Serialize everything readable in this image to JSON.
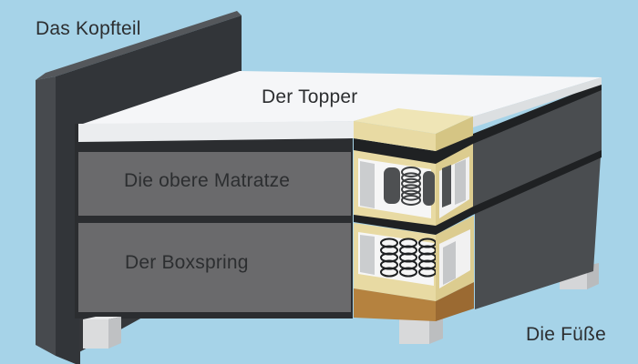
{
  "diagram": {
    "title": "Boxspring bed construction (cutaway diagram, German labels)",
    "type": "bed-construction-diagram"
  },
  "labels": {
    "headboard": "Das Kopfteil",
    "topper": "Der Topper",
    "upper_mattress": "Die obere Matratze",
    "boxspring": "Der Boxspring",
    "feet": "Die Füße"
  },
  "colors": {
    "background": "#a6d3e8",
    "headboard_front": "#323539",
    "headboard_bevel": "#54575b",
    "bed_frame_dark": "#2b2d30",
    "mattress_panel_gray": "#6a6a6c",
    "topper_white": "#f5f6f8",
    "foam_cream": "#e8daa3",
    "foam_cream_dark": "#dccc8f",
    "cut_interior_white": "#f6f6f6",
    "pocket_spring_dark": "#4e5052",
    "pillar_gray": "#cbcdcf",
    "wood_base": "#b5823f",
    "wood_base_dark": "#9b6a32",
    "side_panel_gray": "#4a4d50",
    "foot_gray": "#dbdcdd",
    "label_text": "#2c2e30"
  }
}
